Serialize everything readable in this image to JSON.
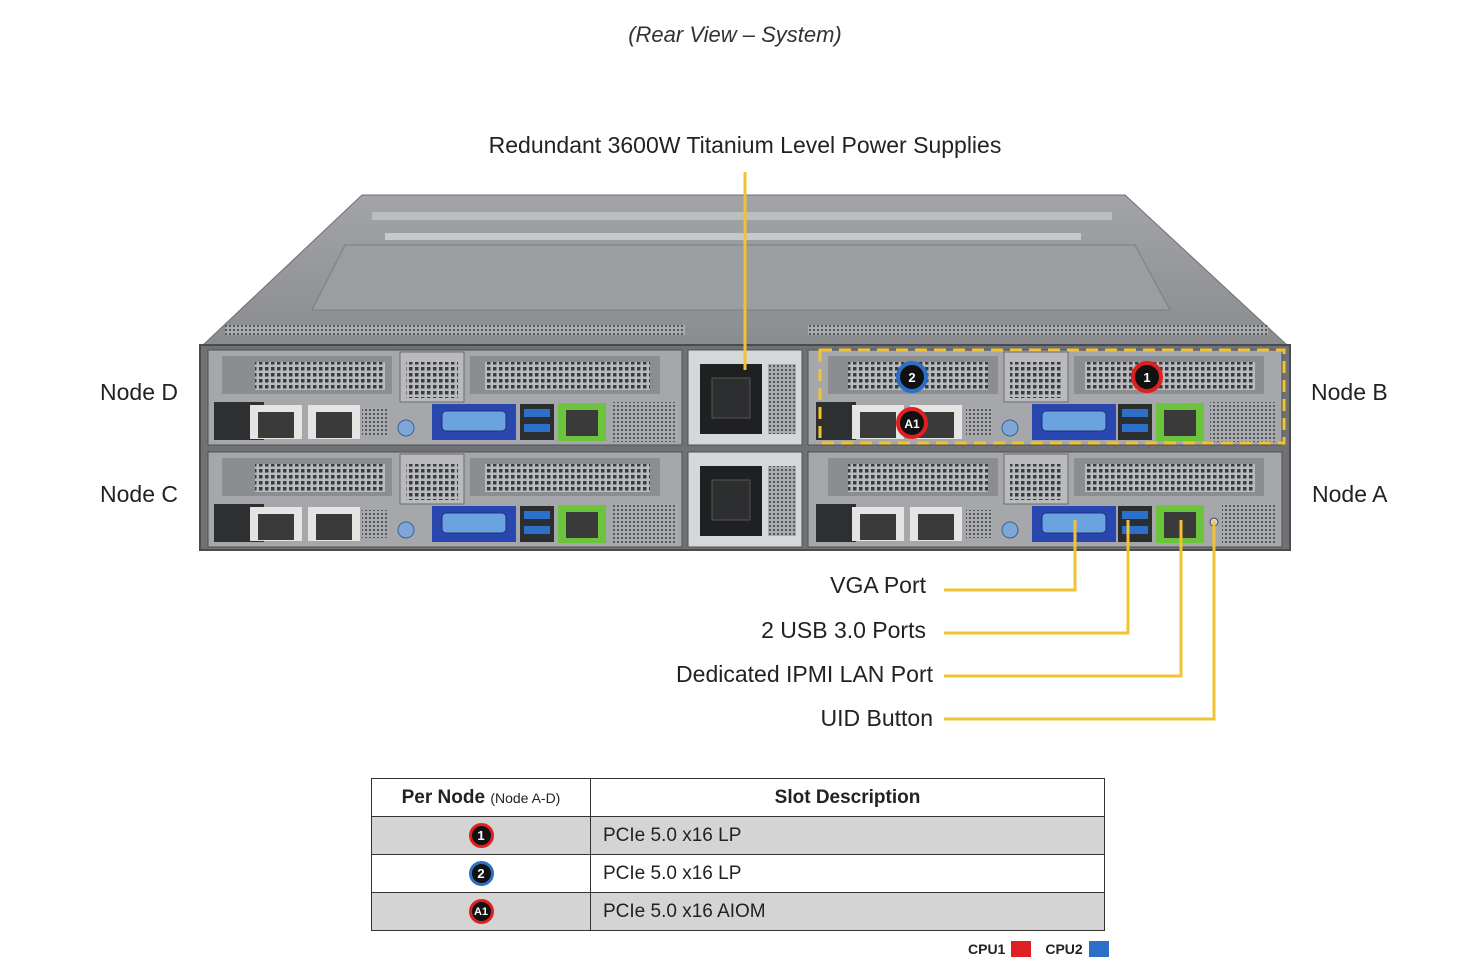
{
  "caption": "(Rear View – System)",
  "psu_label": "Redundant 3600W Titanium Level Power Supplies",
  "nodes": {
    "node_d": "Node D",
    "node_c": "Node C",
    "node_b": "Node B",
    "node_a": "Node A"
  },
  "callouts": {
    "vga": "VGA Port",
    "usb": "2 USB 3.0 Ports",
    "ipmi": "Dedicated IPMI LAN Port",
    "uid": "UID Button"
  },
  "slot_badges_on_chassis": [
    "2",
    "1",
    "A1"
  ],
  "table": {
    "header_node": "Per Node",
    "header_node_sub": "(Node A-D)",
    "header_slot": "Slot Description",
    "rows": [
      {
        "badge": "1",
        "cpu": "CPU1",
        "description": "PCIe 5.0 x16 LP"
      },
      {
        "badge": "2",
        "cpu": "CPU2",
        "description": "PCIe 5.0 x16 LP"
      },
      {
        "badge": "A1",
        "cpu": "CPU1",
        "description": "PCIe 5.0 x16 AIOM"
      }
    ]
  },
  "legend": [
    {
      "label": "CPU1",
      "color": "#e02020"
    },
    {
      "label": "CPU2",
      "color": "#2b6fc8"
    }
  ],
  "colors": {
    "callout_line": "#f2c330",
    "vga_port": "#2a47b0",
    "ipmi_port": "#6cc43c",
    "chassis": "#8d8f92"
  }
}
